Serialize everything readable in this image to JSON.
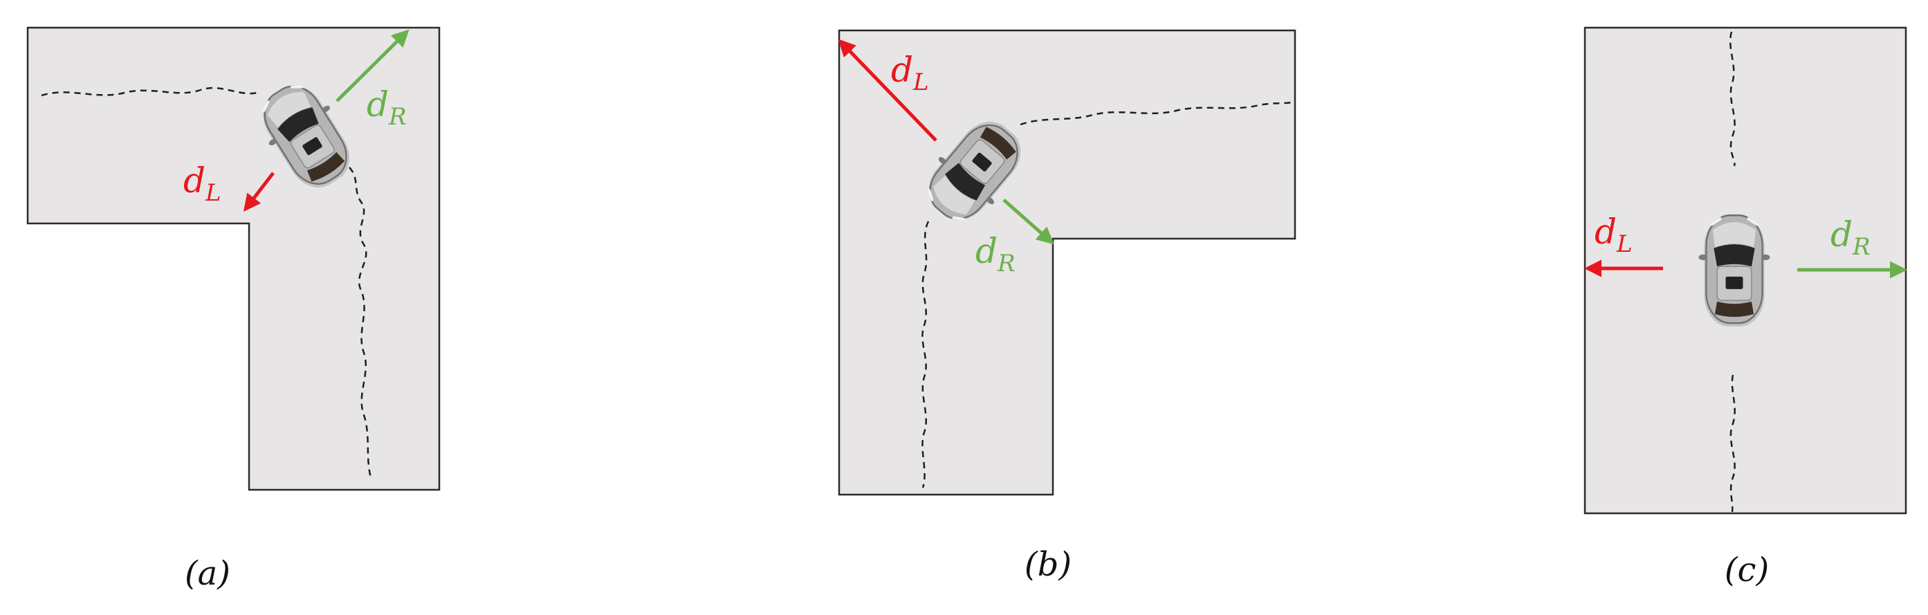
{
  "colors": {
    "road_fill": "#e7e5e6",
    "road_edge": "#2a2a2a",
    "left_arrow": "#e8171d",
    "right_arrow": "#6ab04c",
    "path": "#1f1f1f"
  },
  "panels": [
    {
      "caption": "(a)",
      "left_label": {
        "base": "d",
        "sub": "L"
      },
      "right_label": {
        "base": "d",
        "sub": "R"
      }
    },
    {
      "caption": "(b)",
      "left_label": {
        "base": "d",
        "sub": "L"
      },
      "right_label": {
        "base": "d",
        "sub": "R"
      }
    },
    {
      "caption": "(c)",
      "left_label": {
        "base": "d",
        "sub": "L"
      },
      "right_label": {
        "base": "d",
        "sub": "R"
      }
    }
  ]
}
